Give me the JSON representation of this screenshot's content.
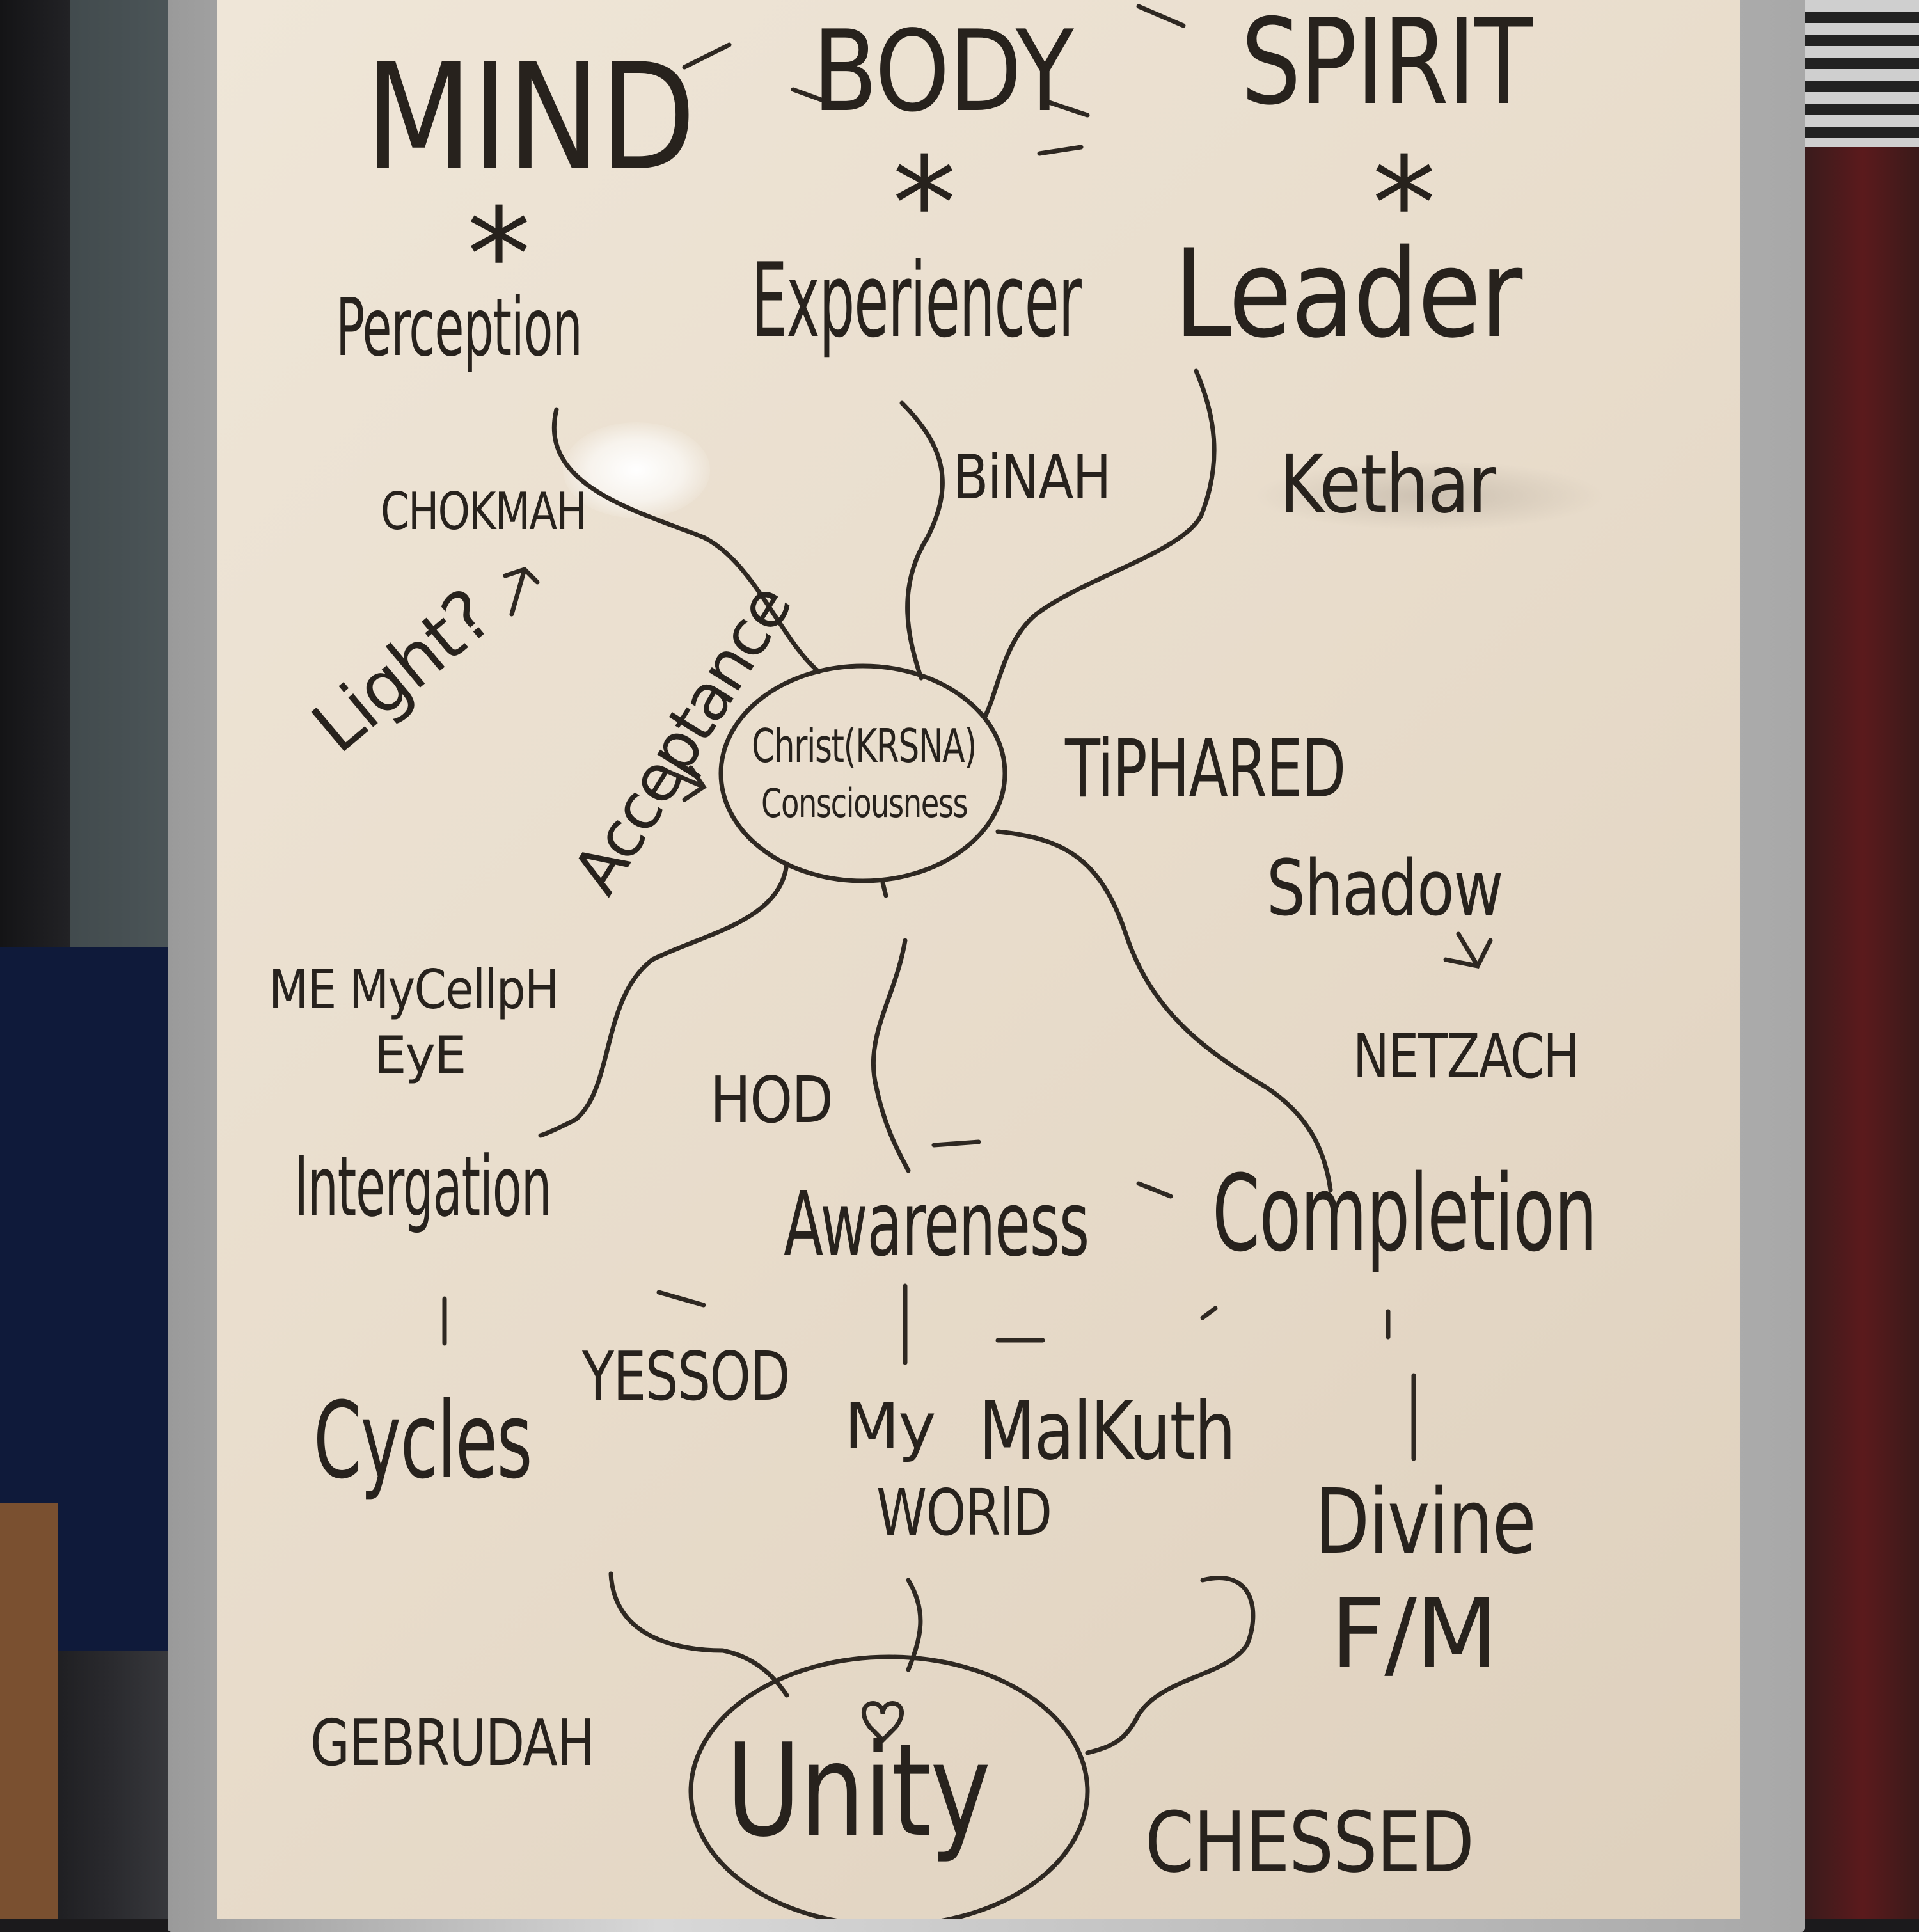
{
  "board": {
    "top_row": [
      "MIND",
      "BODY",
      "SPIRIT"
    ],
    "asterisk": "*",
    "second_row": [
      "Perception",
      "Experiencer",
      "Leader"
    ],
    "center": {
      "line1": "Christ(KRSNA)",
      "line2": "Consciousness"
    },
    "labels": {
      "binah": "BiNAH",
      "kethar": "Kethar",
      "chokmah": "CHOKMAH",
      "light": "Light?",
      "acceptance": "Acceptance",
      "tiphared": "TiPHARED",
      "shadow": "Shadow",
      "netzach": "NETZACH",
      "me_myself_1": "ME MyCellpH",
      "me_myself_2": "EyE",
      "hod": "HOD",
      "integration": "Intergation",
      "awareness": "Awareness",
      "completion": "Completion",
      "yessod": "YESSOD",
      "cycles": "Cycles",
      "my_world_1": "My",
      "my_world_2": "WORlD",
      "malkuth": "MalKuth",
      "divine_1": "Divine",
      "divine_2": "F/M",
      "gebrudah": "GEBRUDAH",
      "unity": "Unity",
      "chessed": "CHESSED"
    }
  },
  "colors": {
    "ink": "#27221d",
    "board": "#e8dccb",
    "frame": "#c4c4c4"
  }
}
